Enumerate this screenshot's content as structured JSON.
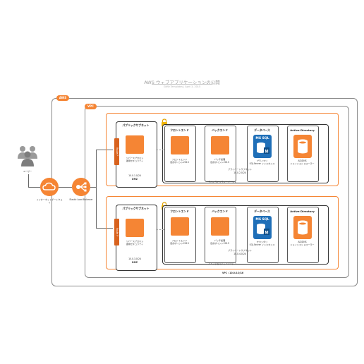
{
  "title": "AWS ウェブアプリケーションの公開",
  "subtitle": "Gliffy Templates | April 3, 2015",
  "aws_label": "AWS",
  "vpc_label": "VPC",
  "vpc_cidr": "VPC : 10.0.0.0/16",
  "user_label": "ユーザー",
  "igw_label": "インターネットゲートウェイ",
  "elb_label": "Elastic Load Balancer",
  "az": [
    {
      "az_label": "アベイラビリティーゾーン 1",
      "route_label": "Route P",
      "public_subnet": {
        "title": "パブリックサブネット",
        "desc": "リバースプロキシ\n運用セキュリティ",
        "cidr": "10.0.1.0/24",
        "tag": "DMZ"
      },
      "private_subnet_label": "プライベートサブネット",
      "private_cidr": "10.0.2.0/24",
      "frontend": {
        "title": "フロントエンド",
        "desc": "フロントエンド\n目的ポイント2013"
      },
      "backend": {
        "title": "バックエンド",
        "desc": "バッチ処理\n目的ポイント2013"
      },
      "database": {
        "title": "データベース",
        "badge": "MS SQL",
        "desc": "プライマリ\nSQLServer インスタンス"
      },
      "ad": {
        "title": "Active Directory",
        "desc": "AD/DNS\nドメインコントローラー"
      }
    },
    {
      "az_label": "アベイラビリティーゾーン 2",
      "route_label": "Route P",
      "public_subnet": {
        "title": "パブリックサブネット",
        "desc": "リバースプロキシ\n運用セキュリティ",
        "cidr": "10.0.3.0/24",
        "tag": "DMZ"
      },
      "private_subnet_label": "プライベートサブネット",
      "private_cidr": "10.0.4.0/24",
      "frontend": {
        "title": "フロントエンド",
        "desc": "フロントエンド\n目的ポイント2013"
      },
      "backend": {
        "title": "バックエンド",
        "desc": "バッチ処理\n目的ポイント2013"
      },
      "database": {
        "title": "データベース",
        "badge": "MS SQL",
        "desc": "セカンダリ\nSQLServer インスタンス"
      },
      "ad": {
        "title": "Active Directory",
        "desc": "AD/DNS\nドメインコントローラー"
      }
    }
  ],
  "colors": {
    "aws_orange": "#f58534",
    "route_orange": "#d8621e",
    "sql_blue": "#1f6fb8"
  }
}
